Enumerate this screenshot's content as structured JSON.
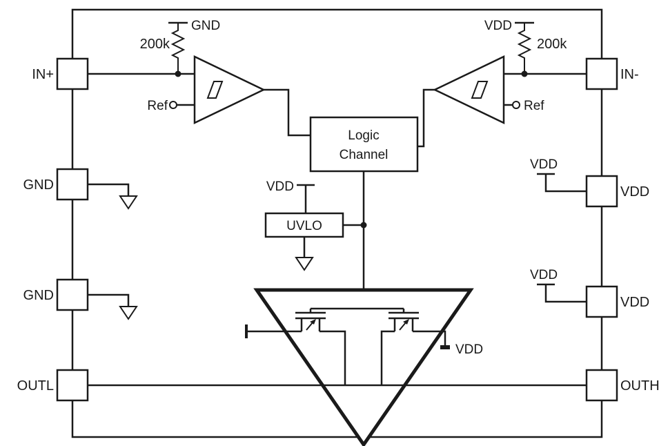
{
  "pins": {
    "left": [
      {
        "label": "IN+"
      },
      {
        "label": "GND"
      },
      {
        "label": "GND"
      },
      {
        "label": "OUTL"
      }
    ],
    "right": [
      {
        "label": "IN-"
      },
      {
        "label": "VDD"
      },
      {
        "label": "VDD"
      },
      {
        "label": "OUTH"
      }
    ]
  },
  "comp_left": {
    "rail": "GND",
    "value": "200k",
    "ref": "Ref"
  },
  "comp_right": {
    "rail": "VDD",
    "value": "200k",
    "ref": "Ref"
  },
  "logic": {
    "line1": "Logic",
    "line2": "Channel"
  },
  "uvlo": {
    "label": "UVLO",
    "rail": "VDD"
  },
  "rails": {
    "vdd_pin_top": "VDD",
    "vdd_pin_bottom": "VDD"
  },
  "driver": {
    "rail": "VDD"
  },
  "colors": {
    "line": "#1a1a1a",
    "background": "#ffffff"
  }
}
